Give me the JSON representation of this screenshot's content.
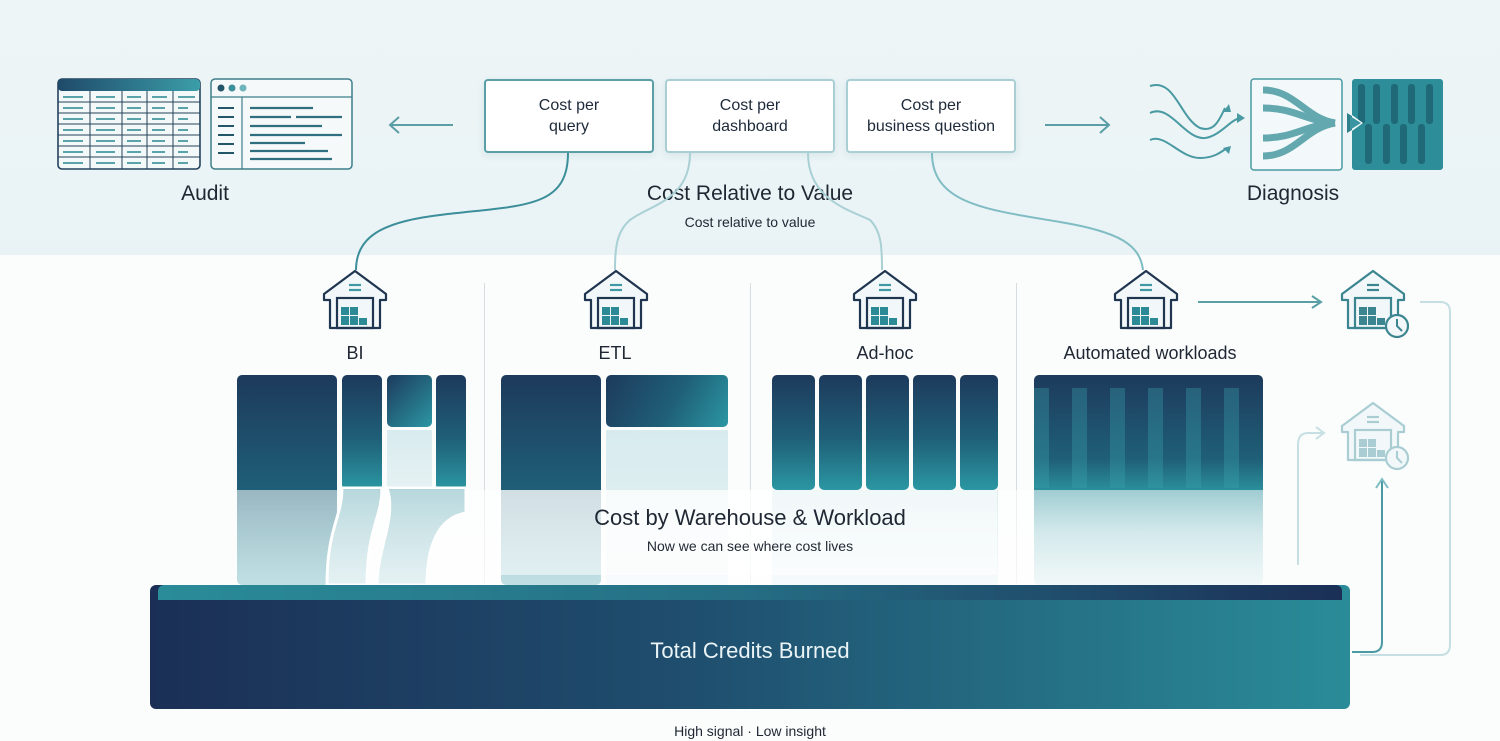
{
  "header": {
    "audit_label": "Audit",
    "diagnosis_label": "Diagnosis",
    "title": "Cost Relative to Value",
    "subtitle": "Cost relative to value",
    "metrics": [
      {
        "line1": "Cost per",
        "line2": "query"
      },
      {
        "line1": "Cost per",
        "line2": "dashboard"
      },
      {
        "line1": "Cost per",
        "line2": "business question"
      }
    ]
  },
  "workloads": [
    {
      "label": "BI"
    },
    {
      "label": "ETL"
    },
    {
      "label": "Ad-hoc"
    },
    {
      "label": "Automated workloads"
    }
  ],
  "middle": {
    "title": "Cost by Warehouse & Workload",
    "subtitle": "Now we can see where cost lives"
  },
  "base": {
    "title": "Total Credits Burned",
    "note": "High signal · Low insight"
  },
  "colors": {
    "navy": "#1b2f56",
    "teal": "#2a8c98",
    "line": "#4a9aa3",
    "light_line": "#a9cfd4"
  }
}
